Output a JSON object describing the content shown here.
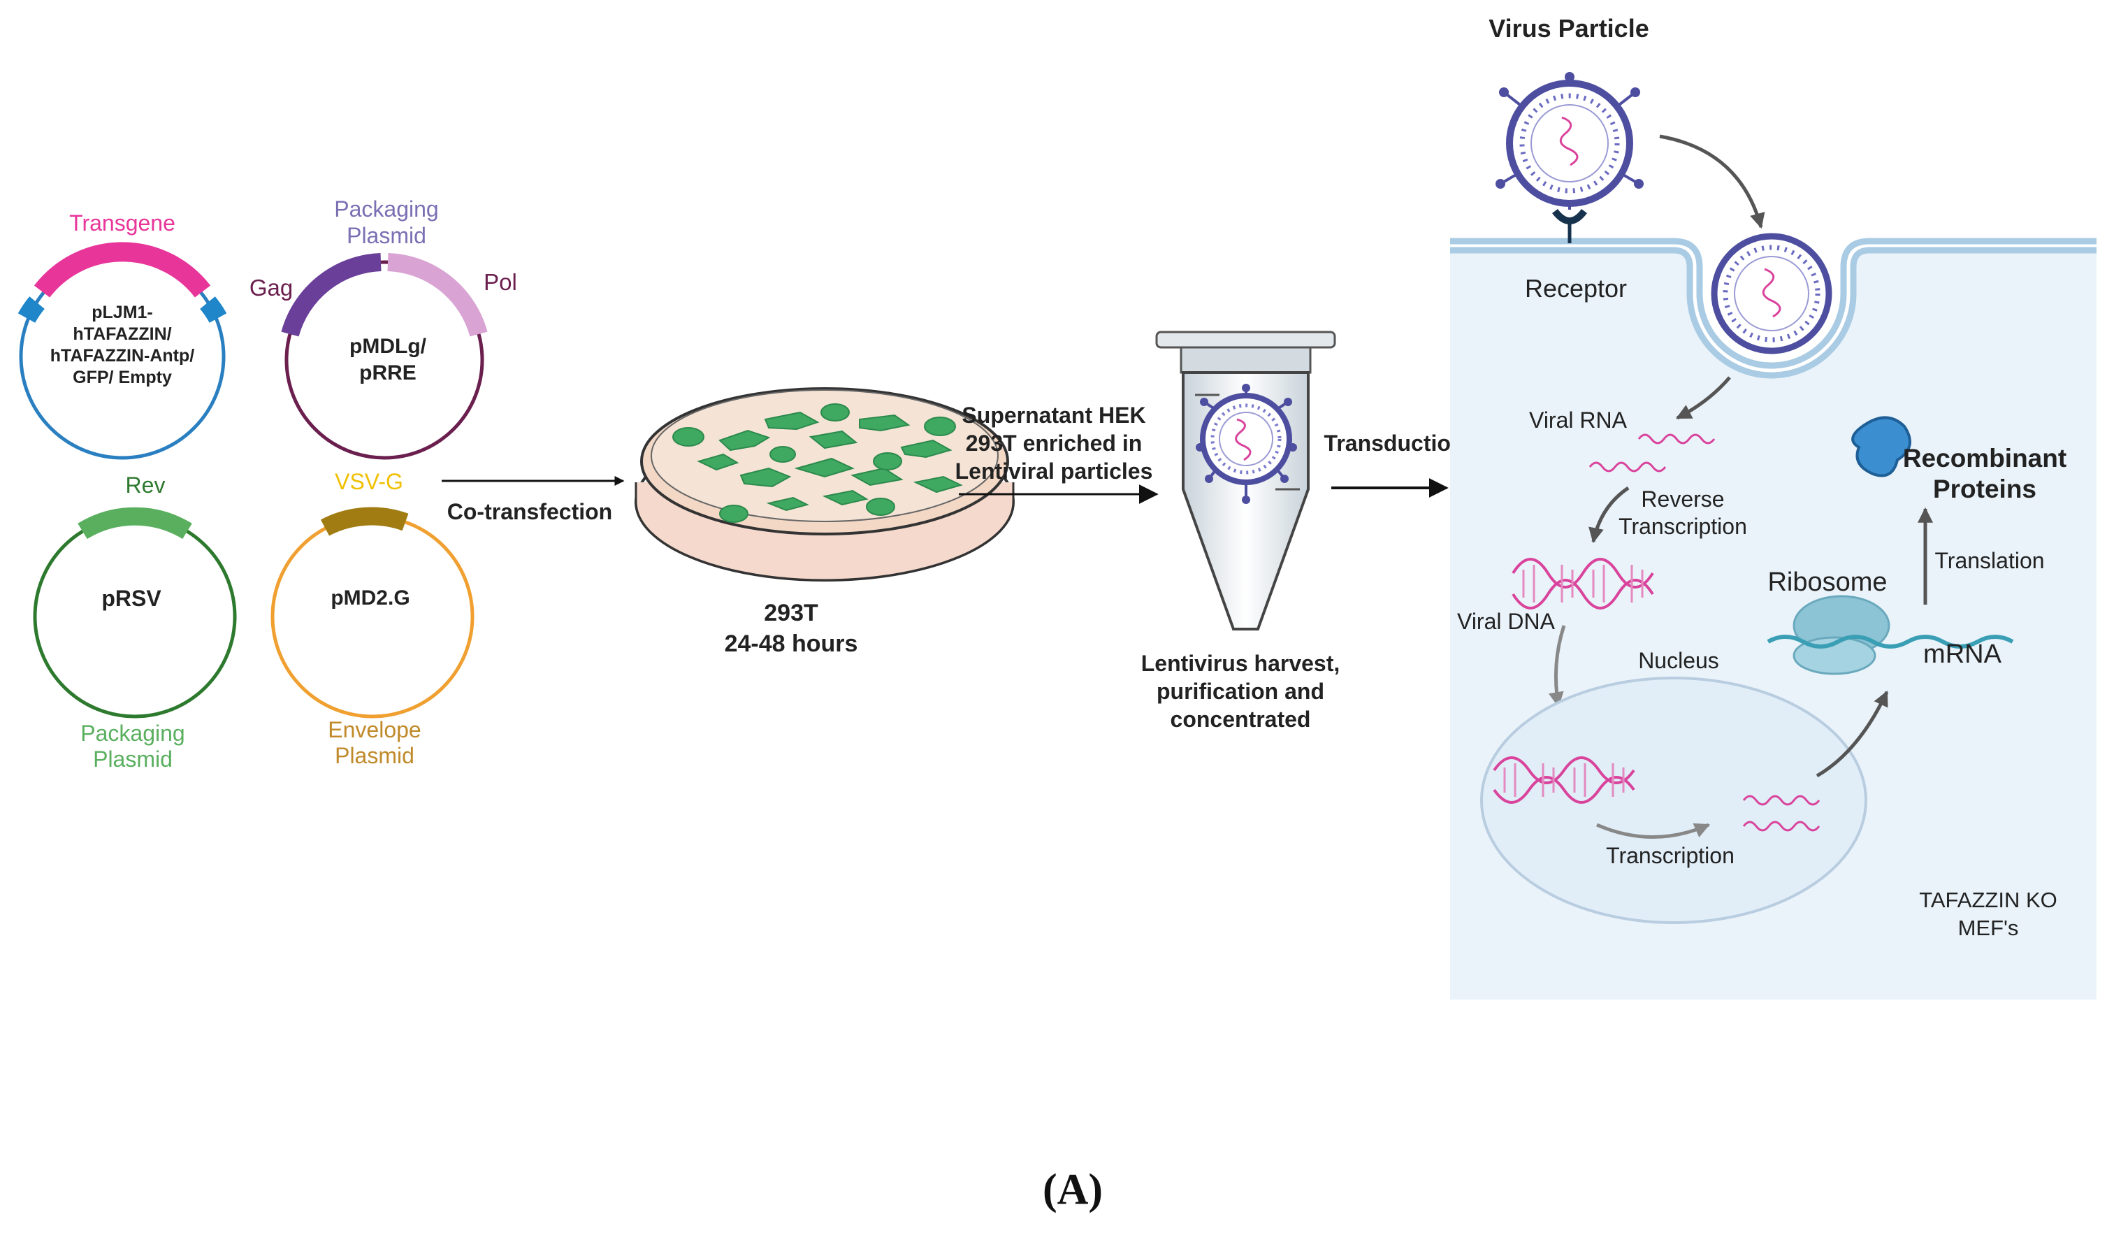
{
  "plasmids": {
    "p1": {
      "name_lines": [
        "pLJM1-",
        "hTAFAZZIN/",
        "hTAFAZZIN-Antp/",
        "GFP/ Empty"
      ],
      "top_label": "Transgene"
    },
    "p2": {
      "name_lines": [
        "pMDLg/",
        "pRRE"
      ],
      "top_label_lines": [
        "Packaging",
        "Plasmid"
      ],
      "left_label": "Gag",
      "right_label": "Pol"
    },
    "p3": {
      "name": "pRSV",
      "top_label": "Rev",
      "bottom_label_lines": [
        "Packaging",
        "Plasmid"
      ]
    },
    "p4": {
      "name": "pMD2.G",
      "top_label": "VSV-G",
      "bottom_label_lines": [
        "Envelope",
        "Plasmid"
      ]
    }
  },
  "steps": {
    "cotransfection": "Co-transfection",
    "dish_lines": [
      "293T",
      "24-48 hours"
    ],
    "supernatant_lines": [
      "Supernatant HEK",
      "293T enriched in",
      "Lentiviral particles"
    ],
    "harvest_lines": [
      "Lentivirus harvest,",
      "purification and",
      "concentrated"
    ],
    "transduction": "Transduction"
  },
  "cell": {
    "virus_particle": "Virus Particle",
    "receptor": "Receptor",
    "viral_rna": "Viral RNA",
    "reverse_transcription_lines": [
      "Reverse",
      "Transcription"
    ],
    "viral_dna": "Viral DNA",
    "nucleus": "Nucleus",
    "transcription": "Transcription",
    "ribosome": "Ribosome",
    "mrna": "mRNA",
    "translation": "Translation",
    "recombinant_lines": [
      "Recombinant",
      "Proteins"
    ],
    "cell_type_lines": [
      "TAFAZZIN KO",
      "MEF's"
    ]
  },
  "panel_label": "(A)",
  "colors": {
    "transgene_pink": "#e8359a",
    "backbone_blue": "#2a7fc1",
    "plasmid_blue_marker": "#1f86c9",
    "gag_purple": "#6a3f99",
    "pol_pink": "#d9a4d3",
    "plasmid2_ring": "#6b1f4e",
    "rev_green": "#5aaf5f",
    "plasmid3_ring": "#2d7a2e",
    "vsvg_gold": "#a07c13",
    "plasmid4_ring": "#f0a030",
    "packaging_label_purple": "#7b6fb3",
    "packaging_label_green": "#5aaf5f",
    "envelope_label_gold": "#c08a2a",
    "cell_bg": "#eaf3fa",
    "membrane": "#a9cbe3",
    "virus_purple": "#4d4ea0",
    "rna_pink": "#d9439c",
    "recombinant_blue": "#3b8fd1",
    "ribosome_teal": "#8cc4d6",
    "mrna_teal": "#3a9fb5"
  }
}
